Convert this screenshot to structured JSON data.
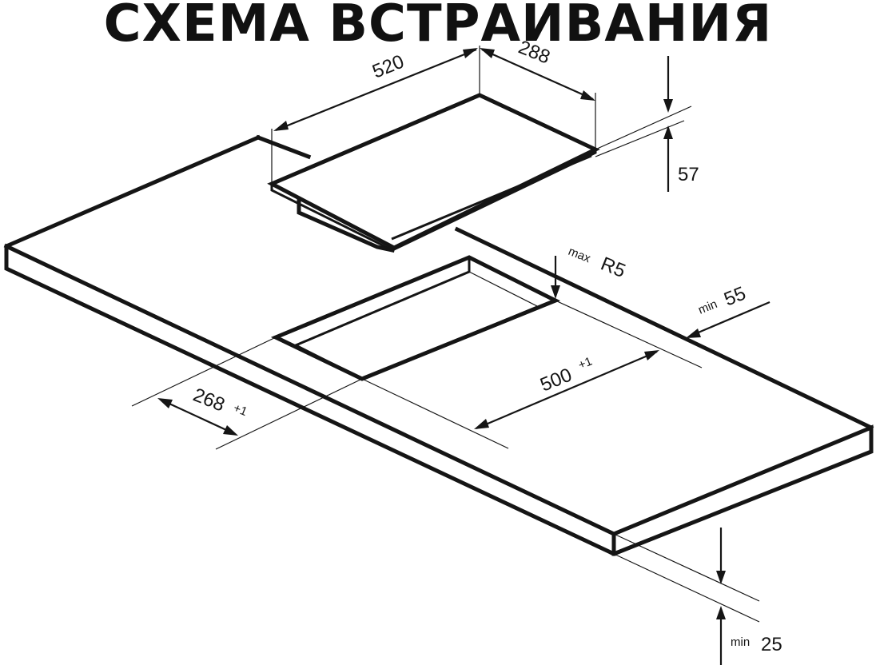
{
  "title": "СХЕМА ВСТРАИВАНИЯ",
  "dimensions": {
    "hob_width": "520",
    "hob_depth": "288",
    "hob_height": "57",
    "corner_radius_prefix": "max",
    "corner_radius_value": "R5",
    "edge_distance_prefix": "min",
    "edge_distance_value": "55",
    "cutout_width": "500",
    "cutout_width_tol": "+1",
    "cutout_depth": "268",
    "cutout_depth_tol": "+1",
    "countertop_thickness_prefix": "min",
    "countertop_thickness_value": "25"
  }
}
